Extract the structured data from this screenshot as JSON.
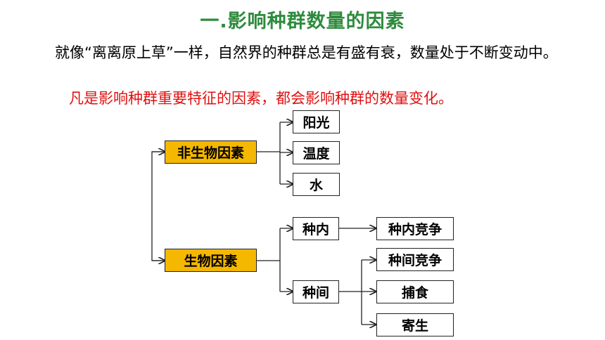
{
  "title": "一.影响种群数量的因素",
  "paragraph": "就像“离离原上草”一样，自然界的种群总是有盛有衰，数量处于不断变动中。",
  "highlight": "凡是影响种群重要特征的因素，都会影响种群的数量变化。",
  "diagram": {
    "abiotic": {
      "label": "非生物因素",
      "children": [
        "阳光",
        "温度",
        "水"
      ]
    },
    "biotic": {
      "label": "生物因素",
      "intra": {
        "label": "种内",
        "children": [
          "种内竞争"
        ]
      },
      "inter": {
        "label": "种间",
        "children": [
          "种间竞争",
          "捕食",
          "寄生"
        ]
      }
    }
  },
  "colors": {
    "title": "#2e8b3e",
    "highlight": "#e01010",
    "factor_box": "#f5b800"
  }
}
